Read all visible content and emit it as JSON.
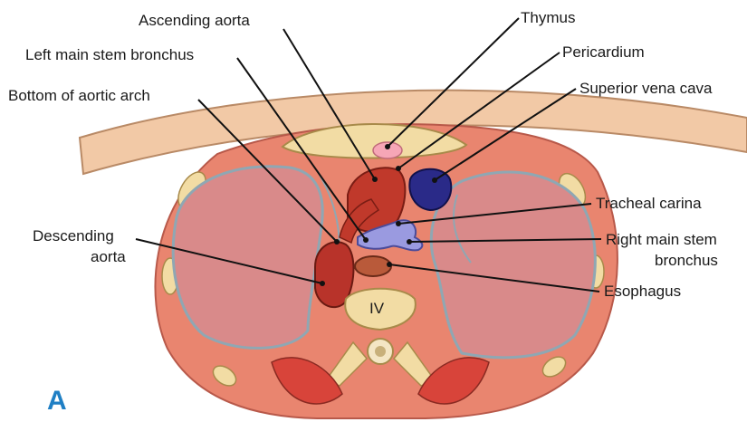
{
  "figure": {
    "panel_letter": "A",
    "vertebra_label": "IV",
    "labels": {
      "ascending_aorta": "Ascending aorta",
      "left_main_stem_bronchus": "Left main stem bronchus",
      "bottom_of_aortic_arch": "Bottom of aortic arch",
      "descending_aorta_line1": "Descending",
      "descending_aorta_line2": "aorta",
      "thymus": "Thymus",
      "pericardium": "Pericardium",
      "superior_vena_cava": "Superior vena cava",
      "tracheal_carina": "Tracheal carina",
      "right_main_stem_bronchus_line1": "Right main stem",
      "right_main_stem_bronchus_line2": "bronchus",
      "esophagus": "Esophagus"
    }
  }
}
